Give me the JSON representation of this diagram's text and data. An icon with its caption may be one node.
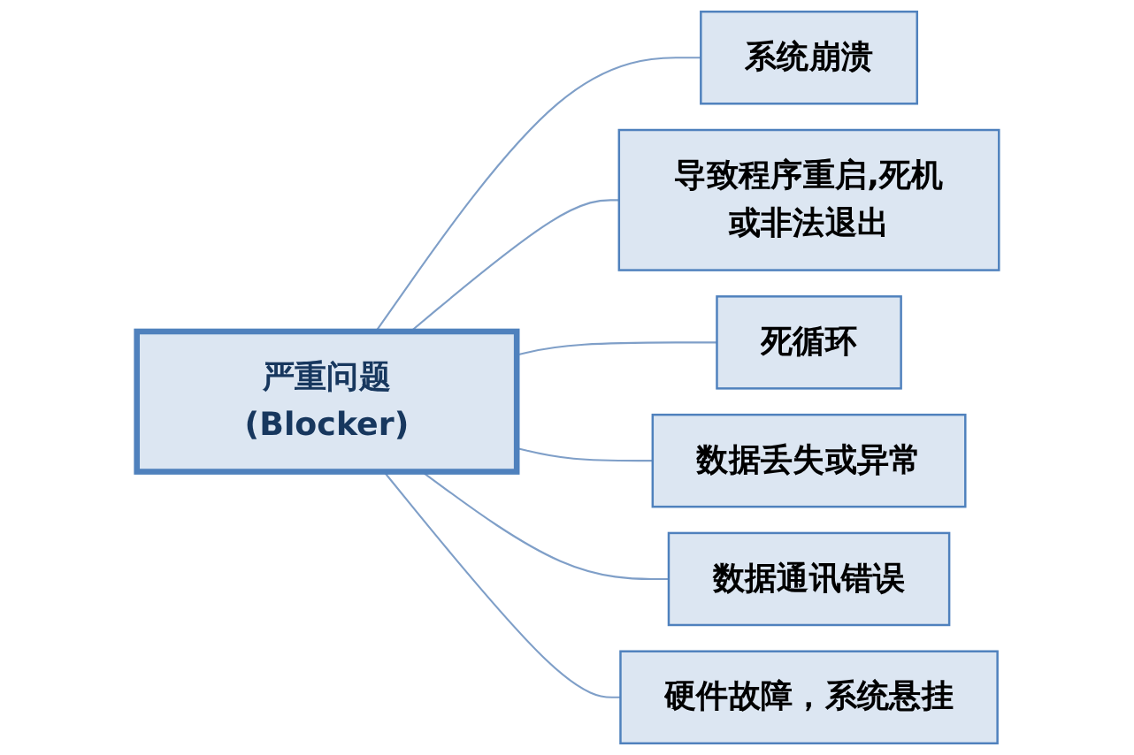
{
  "diagram": {
    "nodes": [
      {
        "text": [
          "严重问题(Blocker)"
        ]
      },
      {
        "text": [
          "系统崩溃"
        ]
      },
      {
        "text": [
          "导致程序重启,死机或非法退出"
        ]
      },
      {
        "text": [
          "死循环"
        ]
      },
      {
        "text": [
          "数据丢失或异常"
        ]
      },
      {
        "text": [
          "数据通讯错误"
        ]
      },
      {
        "text": [
          "硬件故障，系统悬挂"
        ]
      }
    ],
    "edges": [
      {
        "from": 0,
        "to": 1,
        "arrow": "none"
      },
      {
        "from": 0,
        "to": 2,
        "arrow": "none"
      },
      {
        "from": 0,
        "to": 3,
        "arrow": "none"
      },
      {
        "from": 0,
        "to": 4,
        "arrow": "none"
      },
      {
        "from": 0,
        "to": 5,
        "arrow": "none"
      },
      {
        "from": 0,
        "to": 6,
        "arrow": "none"
      }
    ]
  }
}
